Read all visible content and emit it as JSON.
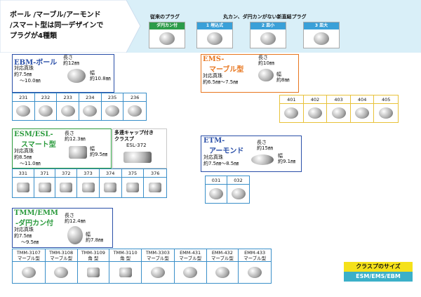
{
  "header": {
    "line1": "ボール /マーブル/アーモンド",
    "line2": "/スマート型は同一デザインで",
    "line3": "プラグが4種類",
    "col_old": "従来のプラグ",
    "col_new": "丸カン、ダ円カンがない新直結プラグ"
  },
  "plugs": [
    {
      "label": "ダ円カン付",
      "color": "#2c9c4a"
    },
    {
      "label": "1 埋込式",
      "color": "#3aa0d8"
    },
    {
      "label": "2 皿小",
      "color": "#3aa0d8"
    },
    {
      "label": "3 皿大",
      "color": "#3aa0d8"
    }
  ],
  "ebm": {
    "title": "EBM-ボール",
    "pearl": "対応真珠",
    "range1": "約7.5㎜",
    "range2": "～10.0㎜",
    "len": "長さ",
    "len_val": "約12㎜",
    "width": "幅",
    "width_val": "約10.8㎜",
    "codes": [
      "231",
      "232",
      "233",
      "234",
      "235",
      "236"
    ]
  },
  "ems": {
    "title1": "EMS-",
    "title2": "マーブル型",
    "pearl": "対応真珠",
    "range": "約6.5㎜～7.5㎜",
    "len": "長さ",
    "len_val": "約10㎜",
    "width": "幅",
    "width_val": "約8㎜",
    "codes": [
      "401",
      "402",
      "403",
      "404",
      "405"
    ]
  },
  "esm": {
    "title1": "ESM/ESL-",
    "title2": "スマート型",
    "pearl": "対応真珠",
    "range1": "約8.5㎜",
    "range2": "～11.0㎜",
    "len": "長さ",
    "len_val": "約12.3㎜",
    "width": "幅",
    "width_val": "約9.5㎜",
    "multi1": "多連キャップ付き",
    "multi2": "クラスプ",
    "multi_code": "ESL-372",
    "codes": [
      "331",
      "371",
      "372",
      "373",
      "374",
      "375",
      "376"
    ]
  },
  "etm": {
    "title1": "ETM-",
    "title2": "アーモンド",
    "pearl": "対応真珠",
    "range": "約7.5㎜～8.5㎜",
    "len": "長さ",
    "len_val": "約15㎜",
    "width": "幅",
    "width_val": "約9.1㎜",
    "codes": [
      "031",
      "032"
    ]
  },
  "tmm": {
    "title1": "TMM/EMM",
    "title2": "-ダ円カン付",
    "pearl": "対応真珠",
    "range1": "約7.5㎜",
    "range2": "～9.5㎜",
    "len": "長さ",
    "len_val": "約12.4㎜",
    "width": "幅",
    "width_val": "約7.8㎜",
    "items": [
      {
        "code": "TMM-3107",
        "type": "マーブル型"
      },
      {
        "code": "TMM-3108",
        "type": "マーブル型"
      },
      {
        "code": "TMM-3109",
        "type": "角 型"
      },
      {
        "code": "TMM-3110",
        "type": "角 型"
      },
      {
        "code": "TMM-3303",
        "type": "マーブル型"
      },
      {
        "code": "EMM-431",
        "type": "マーブル型"
      },
      {
        "code": "EMM-432",
        "type": "マーブル型"
      },
      {
        "code": "EMM-433",
        "type": "マーブル型"
      }
    ]
  },
  "badge": {
    "top": "クラスプのサイズ",
    "bottom": "ESM/EMS/EBM"
  },
  "colors": {
    "ebm": "#2a4fa8",
    "ems": "#e8761e",
    "esm": "#2a9a3c",
    "etm": "#2a4fa8",
    "tmm": "#2a9a3c"
  }
}
